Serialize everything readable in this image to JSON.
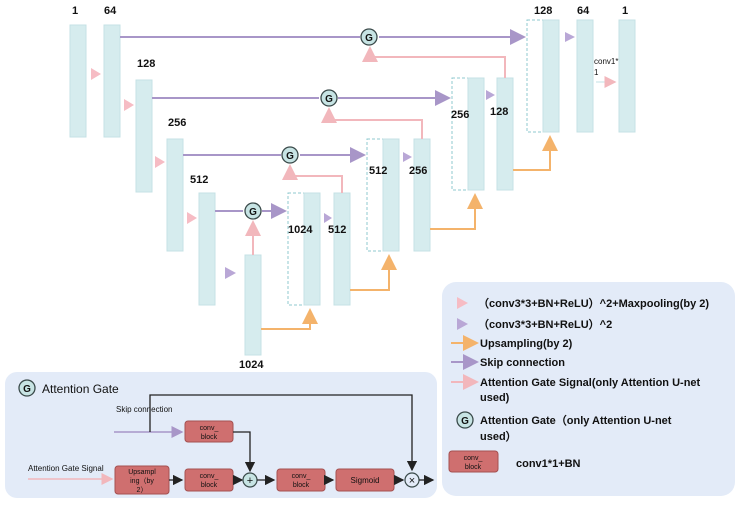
{
  "channels": {
    "c1_in": "1",
    "c64": "64",
    "c128": "128",
    "c256": "256",
    "c512": "512",
    "c1024_bottom": "1024",
    "c1024_up": "1024",
    "c512_up": "512",
    "c512_dec": "512",
    "c256_up": "256",
    "c256_dec": "256",
    "c128_up": "128",
    "c128_dec": "128",
    "c64_out": "64",
    "c1_out": "1"
  },
  "conv1_label_line1": "conv1*",
  "conv1_label_line2": "1",
  "gate_glyph": "G",
  "legend": {
    "items": [
      {
        "symbol": "pink-triangle",
        "text": "（conv3*3+BN+ReLU）^2+Maxpooling(by 2)"
      },
      {
        "symbol": "purple-triangle",
        "text": "（conv3*3+BN+ReLU）^2"
      },
      {
        "symbol": "orange-arrow",
        "text": "Upsampling(by 2)"
      },
      {
        "symbol": "purple-arrow",
        "text": "Skip connection"
      },
      {
        "symbol": "pink-arrow",
        "text": "Attention Gate Signal(only Attention U-net",
        "text2": "used)"
      },
      {
        "symbol": "gate",
        "text": "Attention Gate（only Attention U-net",
        "text2": "used）"
      },
      {
        "symbol": "block",
        "text": "conv1*1+BN"
      }
    ],
    "block_label_line1": "conv_",
    "block_label_line2": "block"
  },
  "gate_panel": {
    "title": "Attention Gate",
    "skip_label": "Skip connection",
    "signal_label": "Attention Gate Signal",
    "skip_block": [
      "conv_",
      "block"
    ],
    "upsample_block": [
      "Upsampl",
      "ing（by",
      "2）"
    ],
    "signal_block": [
      "conv_",
      "block"
    ],
    "sum_symbol": "+",
    "after_sum_block": [
      "conv_",
      "block"
    ],
    "sigmoid_label": "Sigmoid",
    "mult_symbol": "×"
  },
  "colors": {
    "feature": "#d6ecee",
    "feature_stroke": "#c5e2e5",
    "skip": "#a896c8",
    "up": "#f4b36b",
    "attn": "#f2b7bc",
    "pool_tri": "#f6bcc4",
    "conv_tri": "#b9a7d6",
    "panel": "#e3ebf8",
    "block": "#cf6f6f",
    "gate_fill": "#c7e4e4"
  }
}
